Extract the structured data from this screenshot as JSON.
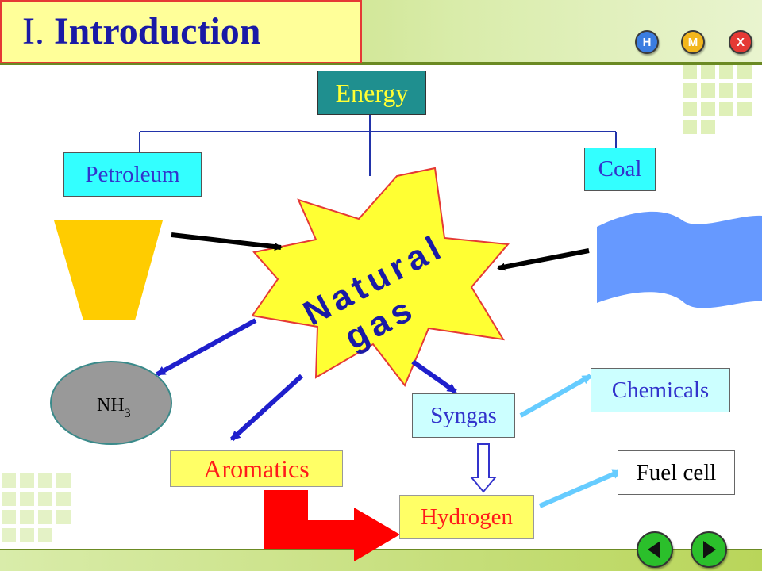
{
  "title": {
    "numeral": "I.",
    "text": "Introduction"
  },
  "nav": {
    "h_label": "H",
    "m_label": "M",
    "x_label": "X"
  },
  "diagram": {
    "root": "Energy",
    "petroleum": "Petroleum",
    "coal": "Coal",
    "center_line1": "Natural",
    "center_line2": "gas",
    "nh3_main": "NH",
    "nh3_sub": "3",
    "aromatics": "Aromatics",
    "syngas": "Syngas",
    "hydrogen": "Hydrogen",
    "chemicals": "Chemicals",
    "fuel_cell": "Fuel cell"
  },
  "colors": {
    "title_text": "#1a1aa6",
    "title_bg": "#ffff99",
    "energy_bg": "#1f8f8f",
    "energy_text": "#ffff33",
    "node_cyan": "#33ffff",
    "node_text": "#3333cc",
    "star_fill": "#ffff33",
    "star_text": "#1a1aa6",
    "arrow_blue": "#1f1fcc",
    "arrow_light": "#66ccff",
    "aromatics_bg": "#ffff66",
    "aromatics_text": "#ff1a1a",
    "hydrogen_bg": "#ffff66",
    "hydrogen_text": "#ff1a1a",
    "big_red_arrow": "#ff0000",
    "oil_fill": "#ffcc00",
    "coal_fill": "#6699ff",
    "nh3_fill": "#999999"
  },
  "icons": [
    "help-icon",
    "menu-icon",
    "close-icon",
    "previous-arrow-icon",
    "next-arrow-icon"
  ]
}
